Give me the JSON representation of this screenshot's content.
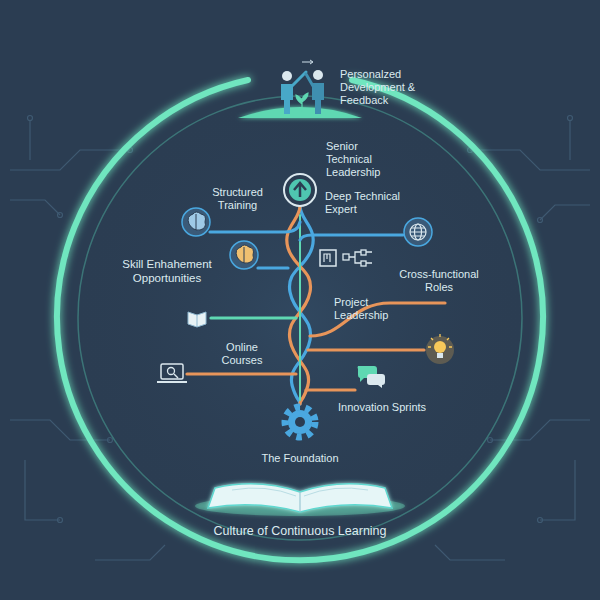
{
  "diagram": {
    "caption": "Culture of Continuous Learning",
    "labels": [
      "Personalzed Development & Feedback",
      "Senior Technical Leadership",
      "Structured Training",
      "Deep Technical Expert",
      "Skill Enhahement Opportunities",
      "Cross-functional Roles",
      "Project Leadership",
      "Online Courses",
      "Innovation Sprints",
      "The Foundation"
    ]
  }
}
